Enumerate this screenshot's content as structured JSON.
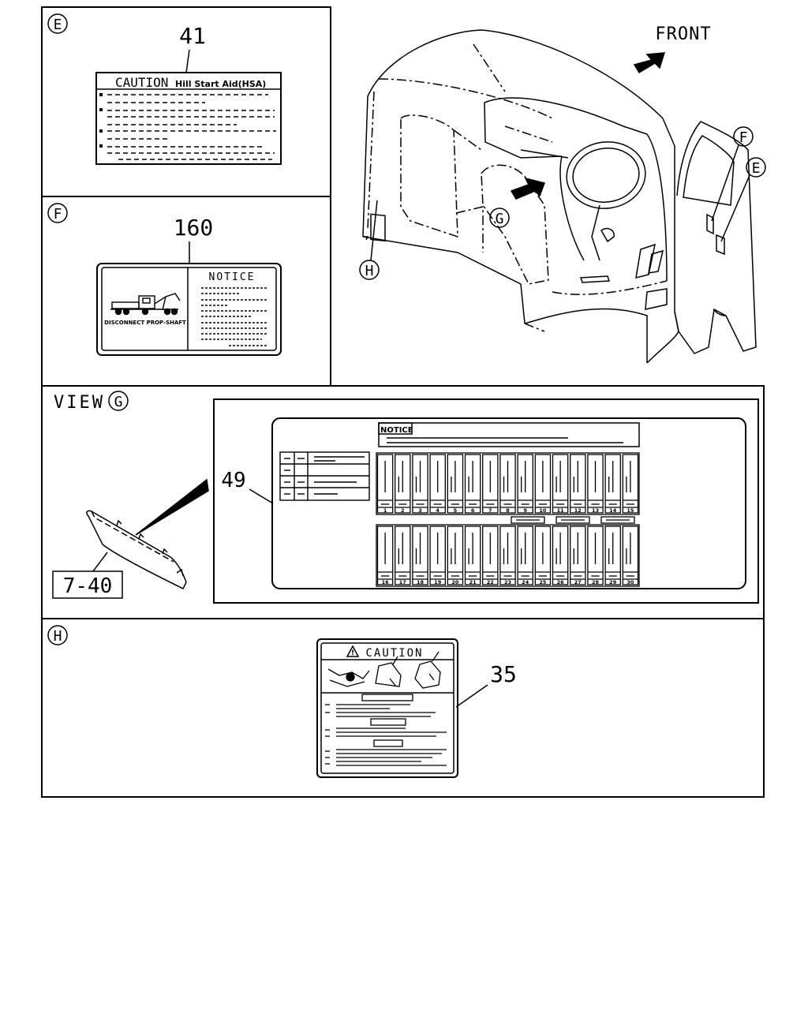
{
  "front_label": "FRONT",
  "callouts": {
    "e": "E",
    "f": "F",
    "g": "G",
    "h": "H"
  },
  "panel_e": {
    "part_number": "41",
    "label_title": "CAUTION",
    "label_subtitle": "Hill Start Aid(HSA)"
  },
  "panel_f": {
    "part_number": "160",
    "label_title": "NOTICE",
    "caption": "DISCONNECT PROP-SHAFT"
  },
  "panel_g": {
    "view_label": "VIEW",
    "ref_number": "7-40",
    "part_number": "49",
    "label_title": "NOTICE",
    "fuse_numbers_top": [
      "1",
      "2",
      "3",
      "4",
      "5",
      "6",
      "7",
      "8",
      "9",
      "10",
      "11",
      "12",
      "13",
      "14",
      "15"
    ],
    "fuse_numbers_bottom": [
      "16",
      "17",
      "18",
      "19",
      "20",
      "21",
      "22",
      "23",
      "24",
      "25",
      "26",
      "27",
      "28",
      "29",
      "30"
    ]
  },
  "panel_h": {
    "part_number": "35",
    "label_title": "CAUTION"
  }
}
